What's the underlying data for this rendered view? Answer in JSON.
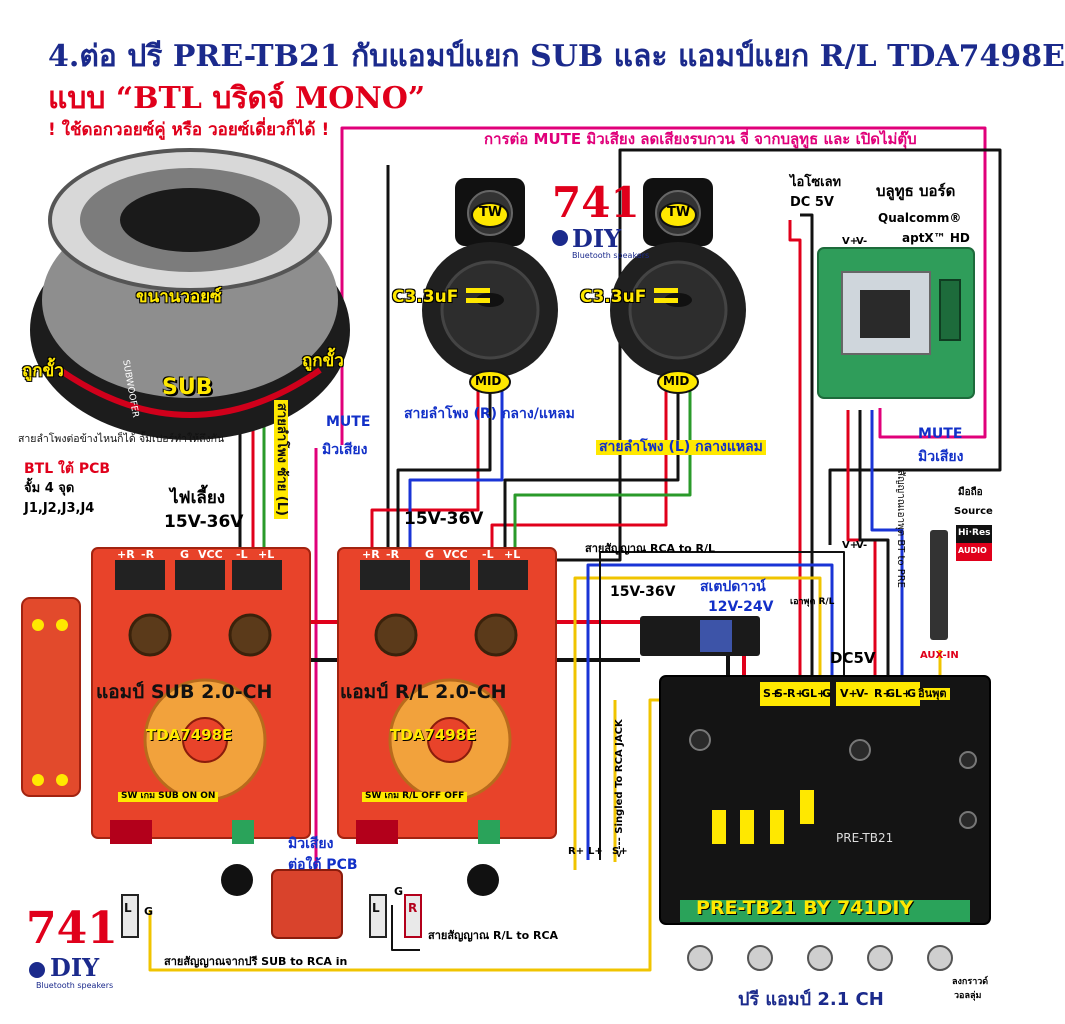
{
  "title": {
    "line1": "4.ต่อ ปรี PRE-TB21 กับแอมป์แยก SUB และ แอมป์แยก R/L TDA7498E",
    "line2": "แบบ “BTL บริดจ์ MONO”",
    "line3": "! ใช้ดอกวอยซ์คู่ หรือ วอยซ์เดี่ยวก็ได้ !"
  },
  "mute_note": "การต่อ MUTE มิวเสียง ลดเสียงรบกวน จี่ จากบลูทูธ และ เปิดไม่ตุ๊บ",
  "brand": {
    "number": "741",
    "name": "DIY",
    "tagline": "Bluetooth speakers"
  },
  "sub_speaker": {
    "parallel_voice": "ขนานวอยซ์",
    "correct_pole_left": "ถูกขั้ว",
    "correct_pole_right": "ถูกขั้ว",
    "label": "SUB",
    "brand_ring": "SUBWOOFER"
  },
  "tweeter_label": "TW",
  "capacitor_label": "C3.3uF",
  "mid_label": "MID",
  "speaker_wire_r": "สายลำโพง (R) กลาง/แหลม",
  "speaker_wire_l": "สายลำโพง (L) กลางแหลม",
  "speaker_wire_left_sub": "สายลำโพง ซ้าย (L)",
  "side_note": "สายลำโพงต่อข้างไหนก็ได้ จั้มเปอร์ทำให้ถึงกัน",
  "btl_note": {
    "line1": "BTL ใต้ PCB",
    "line2": "จั้ม 4 จุด",
    "line3": "J1,J2,J3,J4"
  },
  "mute_label": "MUTE",
  "mute_thai": "มิวเสียง",
  "mute_pcb_line1": "มิวเสียง",
  "mute_pcb_line2": "ต่อใต้ PCB",
  "power_led": "ไฟเลี้ยง",
  "voltage": "15V-36V",
  "stepdown": {
    "title": "สเตปดาวน์",
    "range": "12V-24V"
  },
  "isolate": {
    "line1": "ไอโซเลท",
    "line2": "DC 5V"
  },
  "bluetooth": {
    "title": "บลูทูธ บอร์ด",
    "chip1": "Qualcomm®",
    "chip2": "aptX™ HD"
  },
  "bt_signal": "สัญญาณเอาพุต BT to PRE",
  "phone": {
    "line1": "มือถือ",
    "line2": "Source",
    "hires1": "Hi·Res",
    "hires2": "AUDIO"
  },
  "aux_in": "AUX-IN",
  "input_label": "อินพุต",
  "output_label": "เอาพุต R/L",
  "rca_to_rl": "สายสัญญาณ RCA to R/L",
  "single_to_rca": "<--- Singled To RCA JACK",
  "dc5v": "DC5V",
  "amp_sub": {
    "title": "แอมป์ SUB 2.0-CH",
    "chip": "TDA7498E",
    "switch": "SW เกม SUB ON ON"
  },
  "amp_rl": {
    "title": "แอมป์ R/L 2.0-CH",
    "chip": "TDA7498E",
    "switch": "SW เกม R/L OFF OFF"
  },
  "terminals": [
    "+R",
    "-R",
    "G",
    "VCC",
    "-L",
    "+L"
  ],
  "pre": {
    "title": "PRE-TB21 BY 741DIY",
    "subtitle": "ปรี แอมป์ 2.1 CH",
    "pcb_mark": "PRE-TB21",
    "ground_note1": "ลงกราวด์",
    "ground_note2": "วอลลุ่ม",
    "pins_sub": [
      "S+",
      "S-",
      "R+",
      "G",
      "L+",
      "G"
    ],
    "pins_dc": [
      "V+",
      "V-"
    ],
    "pins_in": [
      "R+",
      "G",
      "L+",
      "G"
    ]
  },
  "rca_rl_note": "สายสัญญาณ R/L to RCA",
  "rca_sub_note": "สายสัญญาณจากปรี SUB to RCA in",
  "jack_l": "L",
  "jack_r": "R",
  "pin_g": "G",
  "pin_rplus": "R+",
  "pin_lplus": "L+",
  "pin_splus": "S+",
  "pin_vplus": "V+",
  "pin_vminus": "V-",
  "colors": {
    "title_blue": "#1b2a8c",
    "red": "#e0001b",
    "pink": "#e0007a",
    "wire_blue": "#1a34d6",
    "wire_green": "#2a9a2a",
    "wire_yellow": "#f0c400",
    "amp_board": "#e8432a",
    "pre_board": "#141414",
    "bt_board": "#2f9d5a"
  }
}
